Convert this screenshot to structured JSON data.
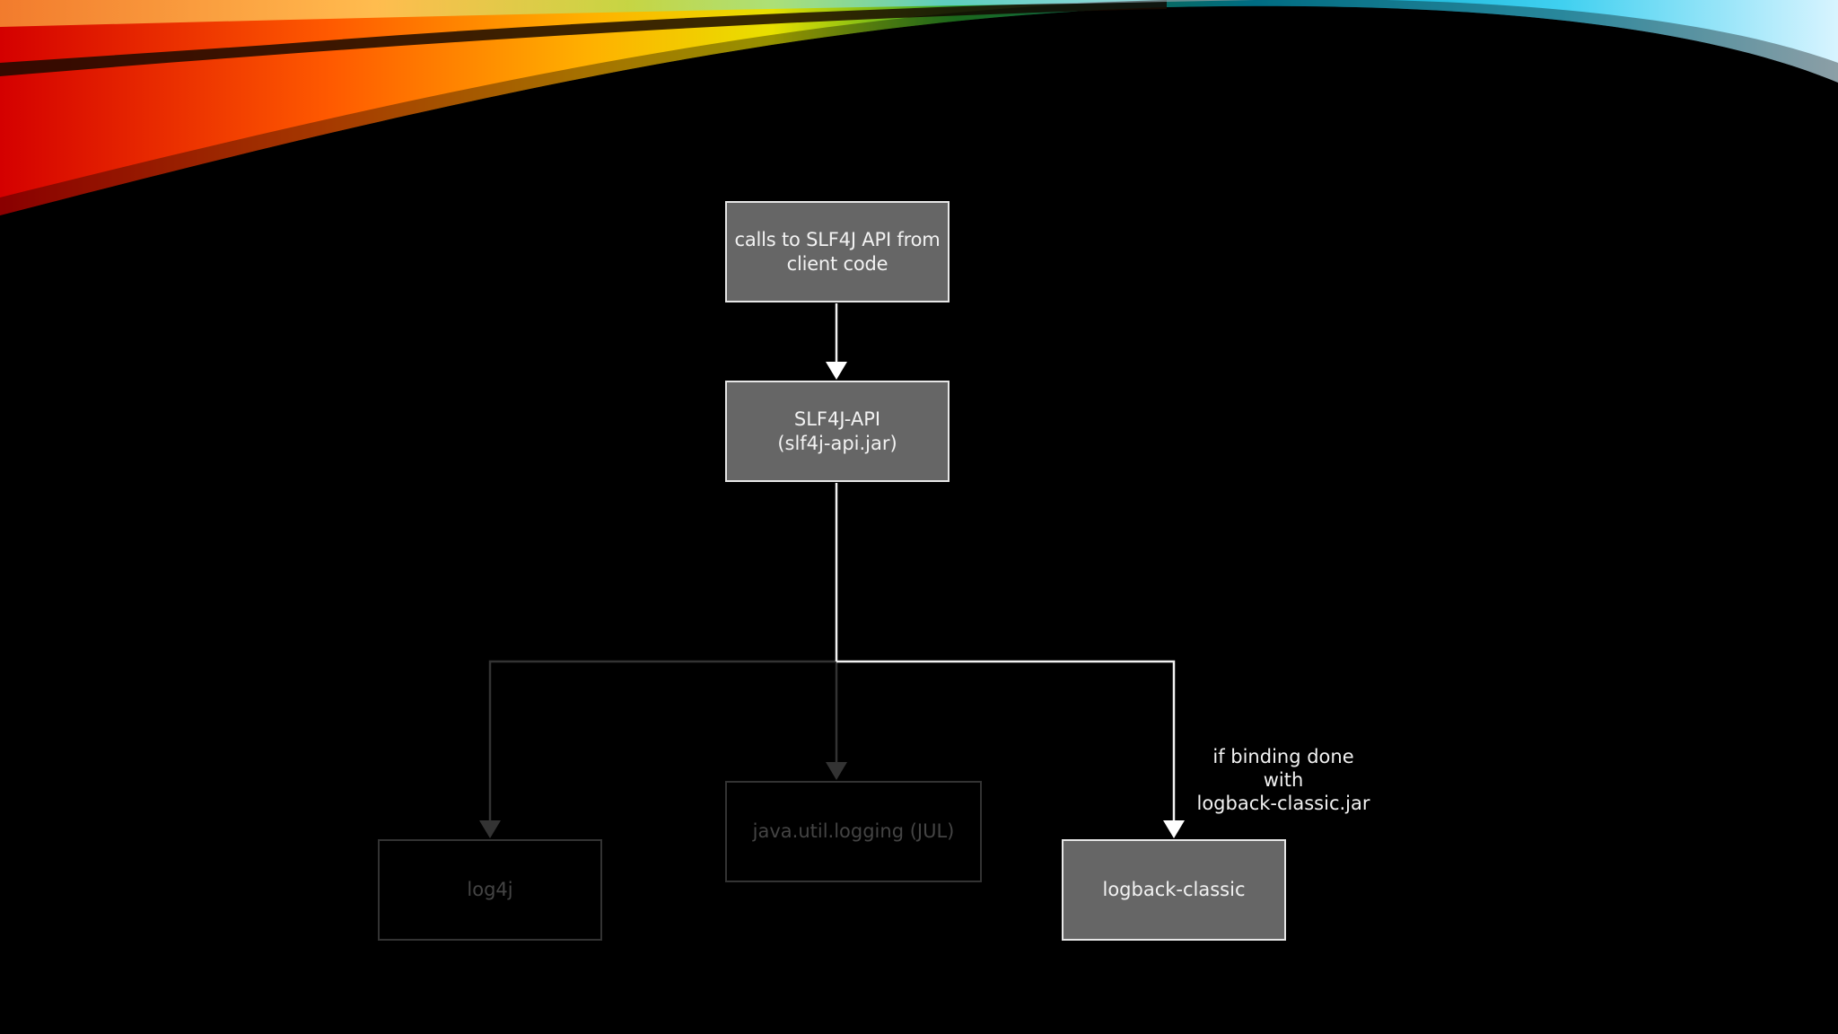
{
  "diagram": {
    "nodes": {
      "client": {
        "label": "calls to SLF4J API from\nclient code"
      },
      "api": {
        "label": "SLF4J-API\n(slf4j-api.jar)"
      },
      "log4j": {
        "label": "log4j"
      },
      "jul": {
        "label": "java.util.logging (JUL)"
      },
      "logback": {
        "label": "logback-classic"
      }
    },
    "edge_label": "if binding done\nwith\nlogback-classic.jar",
    "colors": {
      "background": "#000000",
      "active_fill": "#666666",
      "active_stroke": "#e6e6e6",
      "dim_stroke": "#333333",
      "dim_text": "#444444"
    }
  }
}
